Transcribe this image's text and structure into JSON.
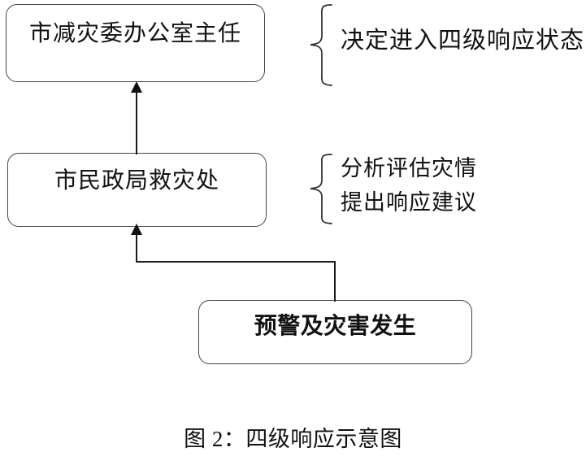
{
  "figure": {
    "caption": "图 2：四级响应示意图",
    "type": "flowchart",
    "orientation": "bottom-up"
  },
  "nodes": [
    {
      "id": "top",
      "label": "市减灾委办公室主任",
      "bold": false
    },
    {
      "id": "middle",
      "label": "市民政局救灾处",
      "bold": false
    },
    {
      "id": "bottom",
      "label": "预警及灾害发生",
      "bold": true
    }
  ],
  "annotations": [
    {
      "id": "annot-top",
      "attached_to": "top",
      "lines": [
        "决定进入四级响应状态"
      ]
    },
    {
      "id": "annot-middle",
      "attached_to": "middle",
      "lines": [
        "分析评估灾情",
        "提出响应建议"
      ]
    }
  ],
  "annotation_text": {
    "top_line1": "决定进入四级响应状态",
    "mid_line1": "分析评估灾情",
    "mid_line2": "提出响应建议"
  },
  "connectors": [
    {
      "id": "middle-to-top",
      "from": "middle",
      "to": "top",
      "arrow": "up"
    },
    {
      "id": "bottom-to-middle",
      "from": "bottom",
      "to": "middle",
      "arrow": "up"
    }
  ],
  "colors": {
    "box_border": "#444444",
    "connector": "#1b1b1b",
    "text": "#111111",
    "background": "#ffffff"
  }
}
